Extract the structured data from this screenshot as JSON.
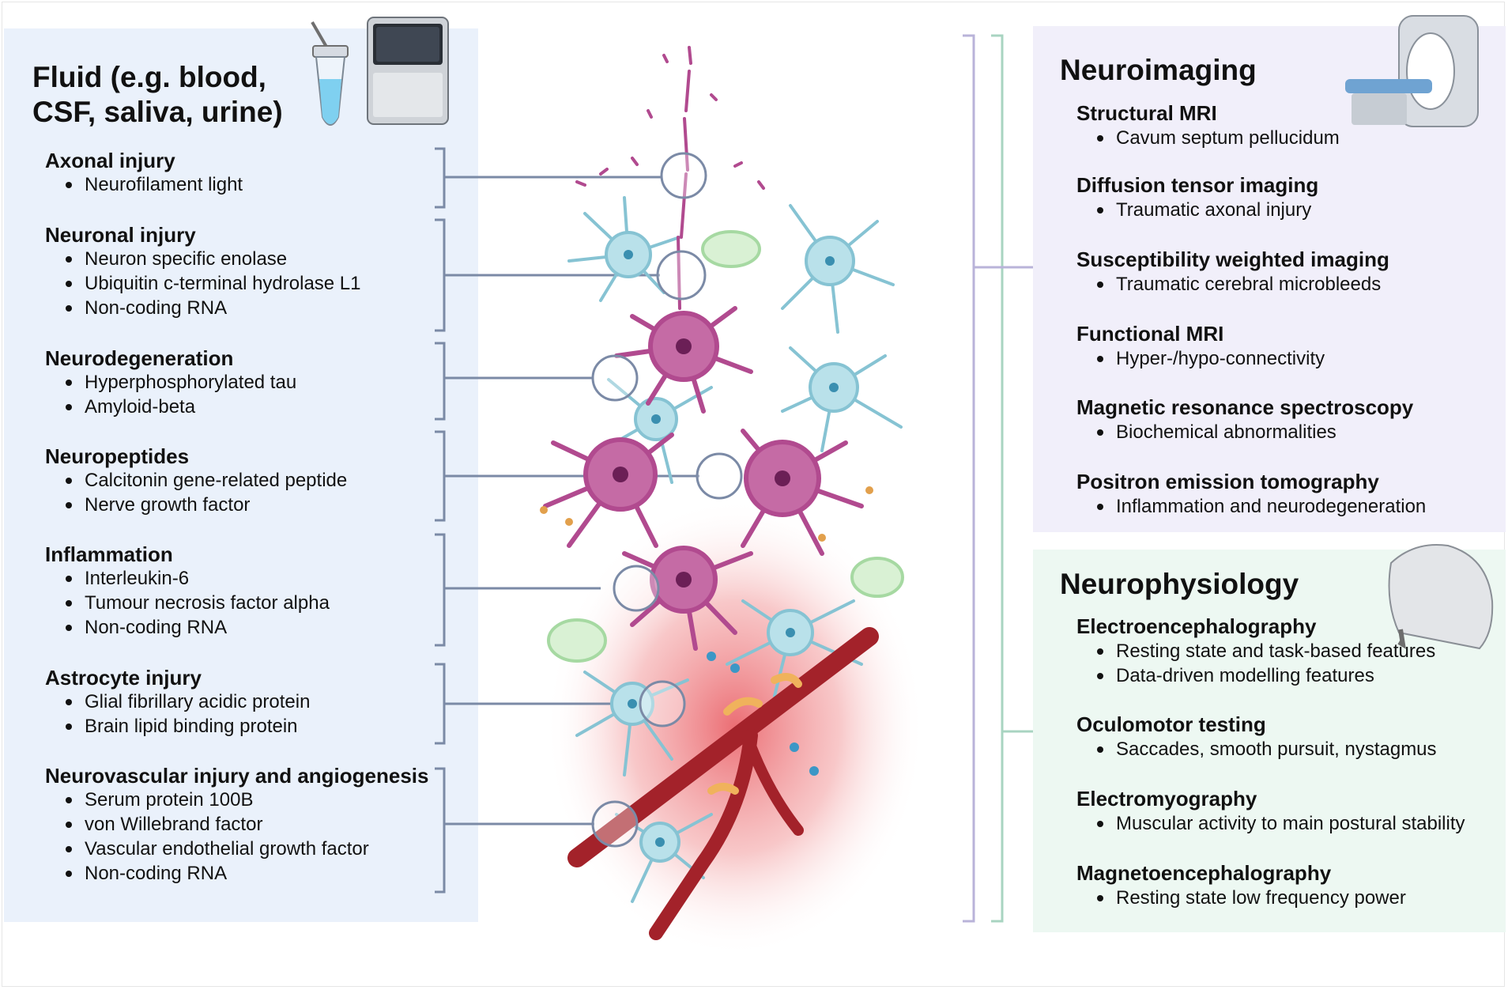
{
  "fluid": {
    "title": "Fluid (e.g. blood,\nCSF, saliva, urine)",
    "categories": [
      {
        "heading": "Axonal injury",
        "items": [
          "Neurofilament light"
        ]
      },
      {
        "heading": "Neuronal injury",
        "items": [
          "Neuron specific enolase",
          "Ubiquitin c-terminal hydrolase L1",
          "Non-coding RNA"
        ]
      },
      {
        "heading": "Neurodegeneration",
        "items": [
          "Hyperphosphorylated tau",
          "Amyloid-beta"
        ]
      },
      {
        "heading": "Neuropeptides",
        "items": [
          "Calcitonin gene-related peptide",
          "Nerve growth factor"
        ]
      },
      {
        "heading": "Inflammation",
        "items": [
          "Interleukin-6",
          "Tumour necrosis factor alpha",
          "Non-coding RNA"
        ]
      },
      {
        "heading": "Astrocyte injury",
        "items": [
          "Glial fibrillary acidic protein",
          "Brain lipid binding protein"
        ]
      },
      {
        "heading": "Neurovascular injury and angiogenesis",
        "items": [
          "Serum protein 100B",
          "von Willebrand factor",
          "Vascular endothelial growth factor",
          "Non-coding RNA"
        ]
      }
    ]
  },
  "neuroimaging": {
    "title": "Neuroimaging",
    "items": [
      {
        "heading": "Structural MRI",
        "detail": "Cavum septum pellucidum"
      },
      {
        "heading": "Diffusion tensor imaging",
        "detail": "Traumatic axonal injury"
      },
      {
        "heading": "Susceptibility weighted imaging",
        "detail": "Traumatic cerebral microbleeds"
      },
      {
        "heading": "Functional MRI",
        "detail": "Hyper-/hypo-connectivity"
      },
      {
        "heading": "Magnetic resonance spectroscopy",
        "detail": "Biochemical abnormalities"
      },
      {
        "heading": "Positron emission tomography",
        "detail": "Inflammation and neurodegeneration"
      }
    ]
  },
  "neurophysiology": {
    "title": "Neurophysiology",
    "items": [
      {
        "heading": "Electroencephalography",
        "details": [
          "Resting state and task-based features",
          "Data-driven modelling features"
        ]
      },
      {
        "heading": "Oculomotor testing",
        "details": [
          "Saccades, smooth pursuit, nystagmus"
        ]
      },
      {
        "heading": "Electromyography",
        "details": [
          "Muscular activity to main postural stability"
        ]
      },
      {
        "heading": "Magnetoencephalography",
        "details": [
          "Resting state low frequency power"
        ]
      }
    ]
  },
  "colors": {
    "fluid_panel": "#eaf1fb",
    "imaging_panel": "#f1effa",
    "physio_panel": "#edf8f2",
    "neuron": "#b14a8f",
    "astrocyte": "#86c3d3",
    "vessel": "#a3222a",
    "connector": "#7b8aa6"
  }
}
